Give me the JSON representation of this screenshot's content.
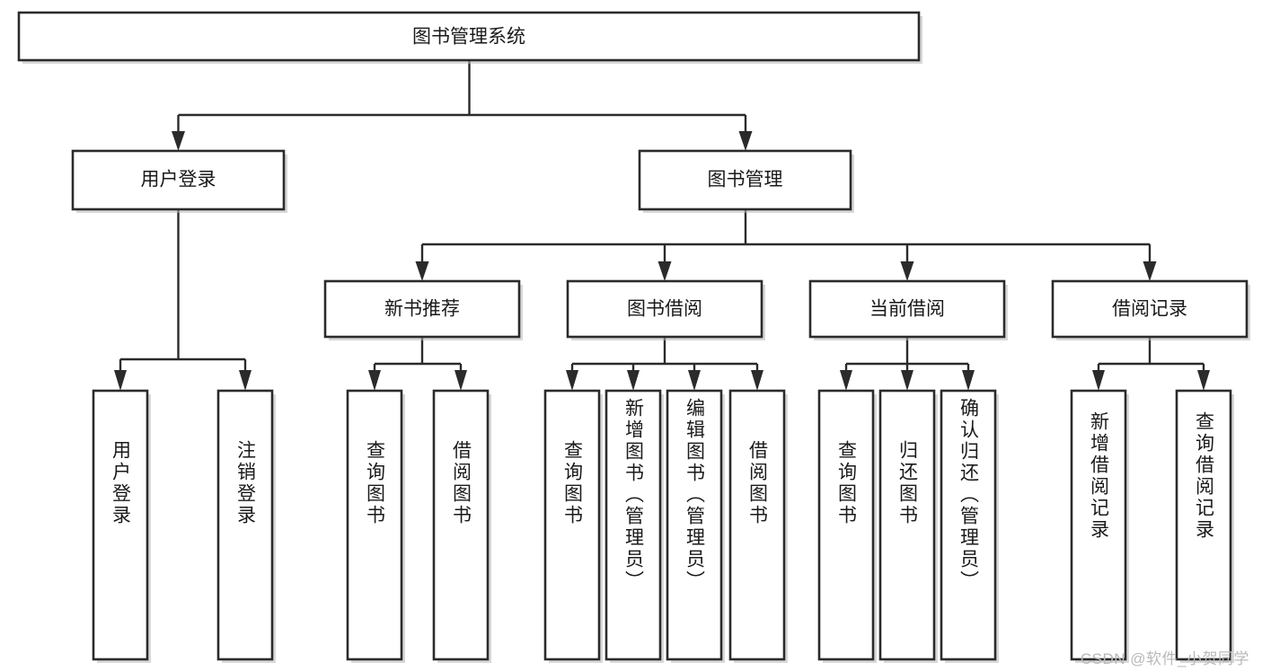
{
  "diagram": {
    "type": "tree-hierarchy",
    "title": "图书管理系统",
    "background_color": "#ffffff",
    "line_color": "#2b2b2b",
    "box_fill": "#ffffff",
    "text_color": "#1a1a1a"
  },
  "root": {
    "label": "图书管理系统"
  },
  "level2": [
    {
      "label": "用户登录"
    },
    {
      "label": "图书管理"
    }
  ],
  "level3": [
    {
      "label": "新书推荐"
    },
    {
      "label": "图书借阅"
    },
    {
      "label": "当前借阅"
    },
    {
      "label": "借阅记录"
    }
  ],
  "leaves": {
    "user_login": [
      {
        "label": "用户登录"
      },
      {
        "label": "注销登录"
      }
    ],
    "new_book_recommend": [
      {
        "label": "查询图书"
      },
      {
        "label": "借阅图书"
      }
    ],
    "book_borrow": [
      {
        "label": "查询图书"
      },
      {
        "label": "新增图书（管理员）"
      },
      {
        "label": "编辑图书（管理员）"
      },
      {
        "label": "借阅图书"
      }
    ],
    "current_borrow": [
      {
        "label": "查询图书"
      },
      {
        "label": "归还图书"
      },
      {
        "label": "确认归还（管理员）"
      }
    ],
    "borrow_record": [
      {
        "label": "新增借阅记录"
      },
      {
        "label": "查询借阅记录"
      }
    ]
  },
  "watermark": {
    "text": "CSDN @软件_小贺同学"
  }
}
